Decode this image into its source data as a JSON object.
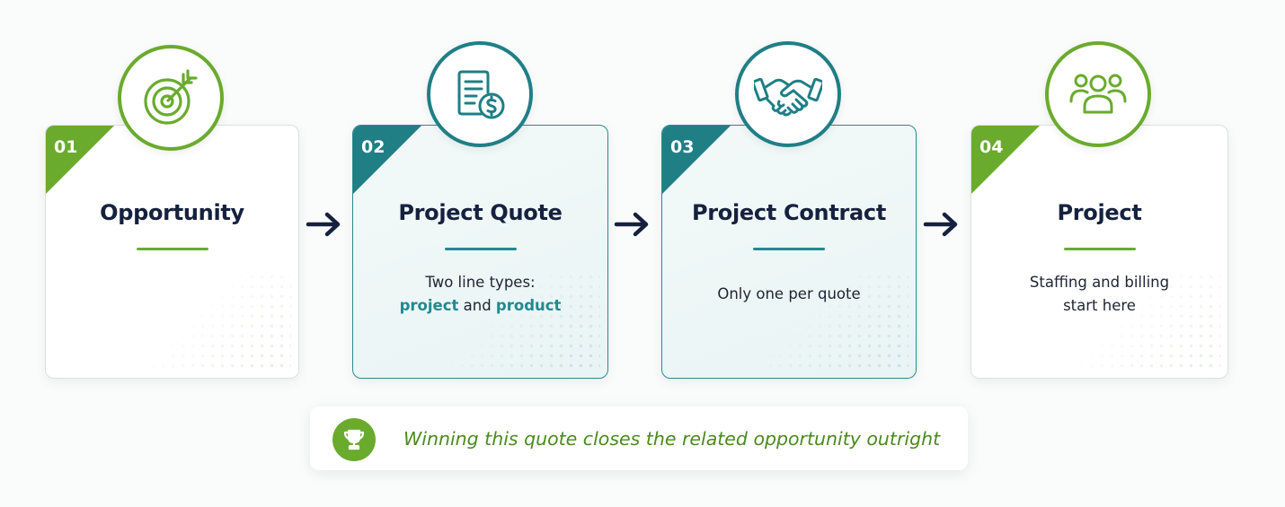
{
  "steps": [
    {
      "number": "01",
      "title": "Opportunity",
      "icon": "target-icon",
      "theme": "green"
    },
    {
      "number": "02",
      "title": "Project Quote",
      "icon": "invoice-dollar-icon",
      "theme": "teal",
      "desc_line1": "Two line types:",
      "desc_hl1": "project",
      "desc_and": " and ",
      "desc_hl2": "product"
    },
    {
      "number": "03",
      "title": "Project Contract",
      "icon": "handshake-icon",
      "theme": "teal",
      "desc_line1": "Only one per quote"
    },
    {
      "number": "04",
      "title": "Project",
      "icon": "team-icon",
      "theme": "green",
      "desc_line1": "Staffing and billing",
      "desc_line2": "start here"
    }
  ],
  "banner": {
    "icon": "trophy-icon",
    "text": "Winning this quote closes the related opportunity outright"
  },
  "colors": {
    "green": "#6aab2e",
    "teal": "#1f7f85",
    "dark": "#16213e"
  }
}
